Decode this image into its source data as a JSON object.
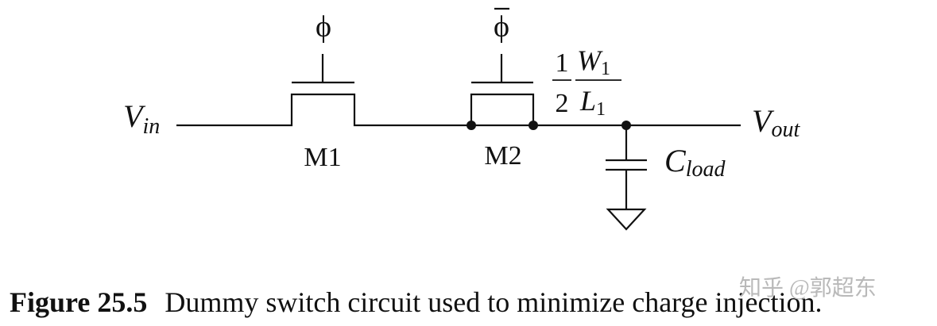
{
  "schematic": {
    "input_label": {
      "symbol": "V",
      "subscript": "in"
    },
    "output_label": {
      "symbol": "V",
      "subscript": "out"
    },
    "transistors": [
      {
        "name": "M1",
        "gate_signal": "ϕ"
      },
      {
        "name": "M2",
        "gate_signal": "ϕ"
      }
    ],
    "sizing_annotation": {
      "numerator": "1",
      "denominator": "2",
      "width": {
        "symbol": "W",
        "subscript": "1"
      },
      "length": {
        "symbol": "L",
        "subscript": "1"
      }
    },
    "load_capacitor": {
      "symbol": "C",
      "subscript": "load"
    }
  },
  "caption": {
    "label": "Figure 25.5",
    "text": "Dummy switch circuit used to minimize charge injection."
  },
  "watermark": "知乎 @郭超东",
  "colors": {
    "ink": "#111111",
    "background": "#ffffff",
    "watermark": "#b9b9b9"
  }
}
